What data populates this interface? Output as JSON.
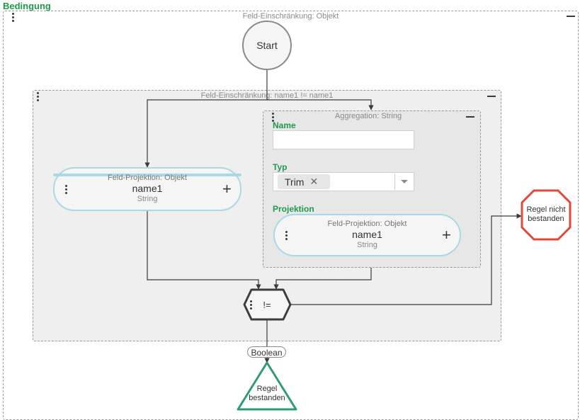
{
  "outer": {
    "heading": "Bedingung",
    "title": "Feld-Einschränkung: Objekt"
  },
  "start": {
    "label": "Start"
  },
  "inner": {
    "title": "Feld-Einschränkung: name1 != name1"
  },
  "left_projection": {
    "title": "Feld-Projektion: Objekt",
    "name": "name1",
    "type": "String"
  },
  "aggregation": {
    "title": "Aggregation: String",
    "name_label": "Name",
    "name_value": "",
    "typ_label": "Typ",
    "typ_chip": "Trim",
    "projektion_label": "Projektion",
    "projection": {
      "title": "Feld-Projektion: Objekt",
      "name": "name1",
      "type": "String"
    }
  },
  "operator": {
    "label": "!="
  },
  "result_type": {
    "label": "Boolean"
  },
  "fail": {
    "line1": "Regel nicht",
    "line2": "bestanden"
  },
  "pass": {
    "line1": "Regel",
    "line2": "bestanden"
  },
  "colors": {
    "green": "#1e9a4b",
    "red": "#e0483a",
    "teal": "#2e9a78",
    "pill_border": "#a9d8e8"
  }
}
